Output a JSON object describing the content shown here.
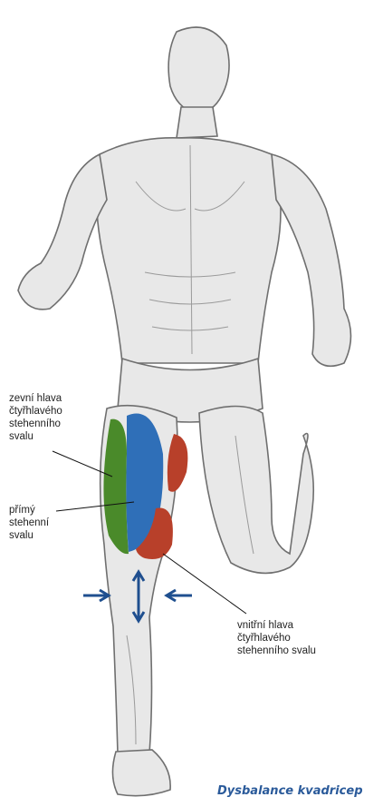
{
  "labels": {
    "outer_head": "zevní hlava\nčtyřhlavého\nstehenního\nsvalu",
    "rectus": "přímý\nstehenní\nsvalu",
    "inner_head": "vnitřní hlava\nčtyřhlavého\nstehenního svalu"
  },
  "caption": "Dysbalance kvadricep",
  "colors": {
    "outer_head": "#4a8a2a",
    "rectus": "#2f6fb8",
    "inner_head": "#b8402a",
    "arrows": "#1f4f8f",
    "caption": "#2a5a9a"
  }
}
